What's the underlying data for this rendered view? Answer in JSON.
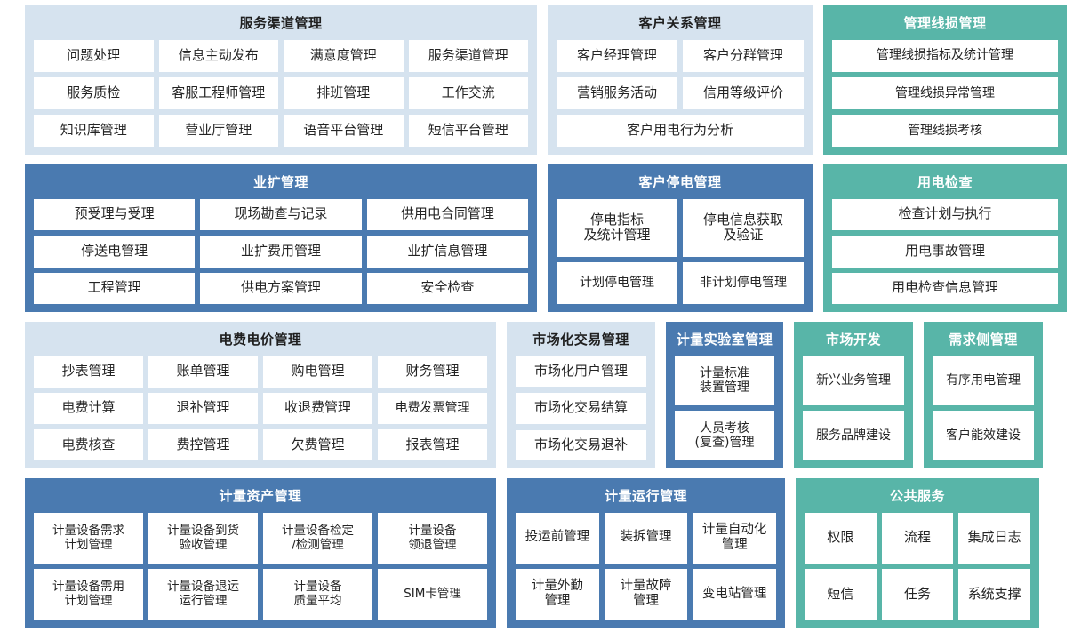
{
  "colors": {
    "panel_light": "#d6e3ef",
    "panel_blue": "#4a7ab0",
    "panel_teal": "#58b5a8",
    "cell_bg": "#ffffff",
    "text_dark": "#242424",
    "text_light": "#ffffff"
  },
  "rows": [
    {
      "id": "row-1",
      "panels": [
        {
          "id": "service-channel",
          "title": "服务渠道管理",
          "style": "light",
          "grid": [
            [
              "问题处理",
              "信息主动发布",
              "满意度管理",
              "服务渠道管理"
            ],
            [
              "服务质检",
              "客服工程师管理",
              "排班管理",
              "工作交流"
            ],
            [
              "知识库管理",
              "营业厅管理",
              "语音平台管理",
              "短信平台管理"
            ]
          ]
        },
        {
          "id": "customer-relationship",
          "title": "客户关系管理",
          "style": "light",
          "grid": [
            [
              "客户经理管理",
              "客户分群管理"
            ],
            [
              "营销服务活动",
              "信用等级评价"
            ],
            [
              "客户用电行为分析"
            ]
          ]
        },
        {
          "id": "management-line-loss",
          "title": "管理线损管理",
          "style": "teal",
          "grid": [
            [
              "管理线损指标及统计管理"
            ],
            [
              "管理线损异常管理"
            ],
            [
              "管理线损考核"
            ]
          ]
        }
      ]
    },
    {
      "id": "row-2",
      "panels": [
        {
          "id": "business-expansion",
          "title": "业扩管理",
          "style": "blue",
          "grid": [
            [
              "预受理与受理",
              "现场勘查与记录",
              "供用电合同管理"
            ],
            [
              "停送电管理",
              "业扩费用管理",
              "业扩信息管理"
            ],
            [
              "工程管理",
              "供电方案管理",
              "安全检查"
            ]
          ]
        },
        {
          "id": "customer-outage",
          "title": "客户停电管理",
          "style": "blue",
          "grid": [
            [
              "停电指标\n及统计管理",
              "停电信息获取\n及验证"
            ],
            [
              "计划停电管理",
              "非计划停电管理"
            ]
          ]
        },
        {
          "id": "power-usage-inspection",
          "title": "用电检查",
          "style": "teal",
          "grid": [
            [
              "检查计划与执行"
            ],
            [
              "用电事故管理"
            ],
            [
              "用电检查信息管理"
            ]
          ]
        }
      ]
    },
    {
      "id": "row-3",
      "panels": [
        {
          "id": "tariff-management",
          "title": "电费电价管理",
          "style": "light",
          "grid": [
            [
              "抄表管理",
              "账单管理",
              "购电管理",
              "财务管理"
            ],
            [
              "电费计算",
              "退补管理",
              "收退费管理",
              "电费发票管理"
            ],
            [
              "电费核查",
              "费控管理",
              "欠费管理",
              "报表管理"
            ]
          ]
        },
        {
          "id": "market-trading",
          "title": "市场化交易管理",
          "style": "light",
          "grid": [
            [
              "市场化用户管理"
            ],
            [
              "市场化交易结算"
            ],
            [
              "市场化交易退补"
            ]
          ]
        },
        {
          "id": "metering-lab",
          "title": "计量实验室管理",
          "style": "blue",
          "grid": [
            [
              "计量标准\n装置管理"
            ],
            [
              "人员考核\n(复查)管理"
            ]
          ]
        },
        {
          "id": "market-development",
          "title": "市场开发",
          "style": "teal",
          "grid": [
            [
              "新兴业务管理"
            ],
            [
              "服务品牌建设"
            ]
          ]
        },
        {
          "id": "demand-side",
          "title": "需求侧管理",
          "style": "teal",
          "grid": [
            [
              "有序用电管理"
            ],
            [
              "客户能效建设"
            ]
          ]
        }
      ]
    },
    {
      "id": "row-4",
      "panels": [
        {
          "id": "metering-asset",
          "title": "计量资产管理",
          "style": "blue",
          "grid": [
            [
              "计量设备需求\n计划管理",
              "计量设备到货\n验收管理",
              "计量设备检定\n/检测管理",
              "计量设备\n领退管理"
            ],
            [
              "计量设备需用\n计划管理",
              "计量设备退运\n运行管理",
              "计量设备\n质量平均",
              "SIM卡管理"
            ]
          ]
        },
        {
          "id": "metering-operation",
          "title": "计量运行管理",
          "style": "blue",
          "grid": [
            [
              "投运前管理",
              "装拆管理",
              "计量自动化\n管理"
            ],
            [
              "计量外勤\n管理",
              "计量故障\n管理",
              "变电站管理"
            ]
          ]
        },
        {
          "id": "public-service",
          "title": "公共服务",
          "style": "teal",
          "grid": [
            [
              "权限",
              "流程",
              "集成日志"
            ],
            [
              "短信",
              "任务",
              "系统支撑"
            ]
          ]
        }
      ]
    }
  ]
}
